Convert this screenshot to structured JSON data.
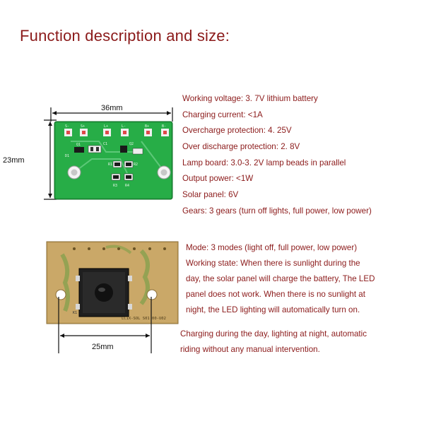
{
  "title": "Function description and size:",
  "dimensions": {
    "width_top": "36mm",
    "height_left": "23mm",
    "width_bottom": "25mm"
  },
  "board_top": {
    "silk_labels": [
      "S-",
      "S+",
      "L+",
      "L-",
      "B+",
      "B-",
      "Q1",
      "Q2",
      "R1",
      "R2",
      "R3",
      "R4",
      "D1",
      "C1"
    ]
  },
  "board_bottom": {
    "silk_text": "LCIX-SOL S01 00-U02",
    "k_label": "K1"
  },
  "specs": [
    "Working voltage: 3. 7V lithium battery",
    "Charging current: <1A",
    "Overcharge protection: 4. 25V",
    "Over discharge protection: 2. 8V",
    "Lamp board: 3.0-3. 2V lamp beads in parallel",
    "Output power: <1W",
    "Solar panel: 6V",
    "Gears: 3 gears (turn off lights, full power, low power)"
  ],
  "mode_lines": [
    "Mode: 3 modes (light off, full power, low power)",
    "Working state: When there is sunlight during the",
    "day, the solar panel will charge the battery, The LED",
    "panel does not work. When there is no sunlight at",
    "night, the LED lighting will automatically turn on."
  ],
  "auto_lines": [
    "Charging during the day, lighting at night, automatic",
    "riding without any manual intervention."
  ],
  "colors": {
    "text": "#8b1a1a",
    "pcb_green": "#1f9a3a",
    "pcb_board_back": "#c9a868"
  }
}
